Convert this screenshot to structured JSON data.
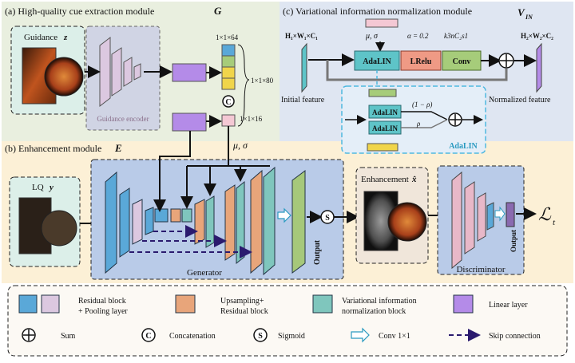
{
  "panel_g": {
    "title": "(a) High-quality cue extraction module",
    "symbol": "G"
  },
  "guidance": {
    "label": "Guidance",
    "var": "z"
  },
  "guidance_encoder": {
    "label": "Guidance encoder"
  },
  "vectors": {
    "a": "1×1×64",
    "b": "1×1×80",
    "c": "1×1×16"
  },
  "concat_symbol": "C",
  "panel_e": {
    "title": "(b) Enhancement module",
    "symbol": "E"
  },
  "mu_sigma": "μ, σ",
  "lq": {
    "label": "LQ",
    "var": "y"
  },
  "generator": {
    "label": "Generator",
    "output": "Output"
  },
  "sigmoid_symbol": "S",
  "enhancement": {
    "label": "Enhancement",
    "var": "x̂"
  },
  "discriminator": {
    "label": "Discriminator",
    "output": "Output"
  },
  "loss": {
    "symbol": "ℒ",
    "sub": "t"
  },
  "panel_v": {
    "title": "(c) Variational information normalization module",
    "symbol": "V",
    "sub": "IN"
  },
  "vin": {
    "input_dim": "H₁×W₁×C₁",
    "output_dim": "H₂×W₂×C₂",
    "mu_sigma": "μ, σ",
    "adalin": "AdaLIN",
    "lrelu": "LRelu",
    "conv": "Conv",
    "alpha": "α = 0.2",
    "kernel": "k3nC₂s1",
    "initial": "Initial feature",
    "normalized": "Normalized feature",
    "rho1": "(1 − ρ)",
    "rho": "ρ",
    "adalin_title": "AdaLIN"
  },
  "legend": {
    "residual": "Residual block\n+ Pooling layer",
    "upsampling": "Upsampling+\nResidual block",
    "vinb": "Variational information\nnormalization block",
    "linear": "Linear layer",
    "sum": "Sum",
    "concat": "Concatenation",
    "sigmoid": "Sigmoid",
    "conv": "Conv 1×1",
    "skip": "Skip connection"
  },
  "colors": {
    "panel_g_bg": "#e9efdf",
    "panel_v_bg": "#dfe6f2",
    "panel_e_bg": "#fcf0d6",
    "generator_bg": "#b9cbe8",
    "residual_blue": "#5aa8d8",
    "residual_pink": "#dcc8e0",
    "upsample_orange": "#e8a57a",
    "vin_teal": "#7fc6bd",
    "linear_purple": "#b48be8",
    "adalin_teal": "#5ec4c8",
    "lrelu_salmon": "#ef9a85",
    "conv_green": "#a6cc7a",
    "output_green": "#a6c87a",
    "disc_pink": "#e8b8c8",
    "skip_navy": "#2a1a6e"
  }
}
